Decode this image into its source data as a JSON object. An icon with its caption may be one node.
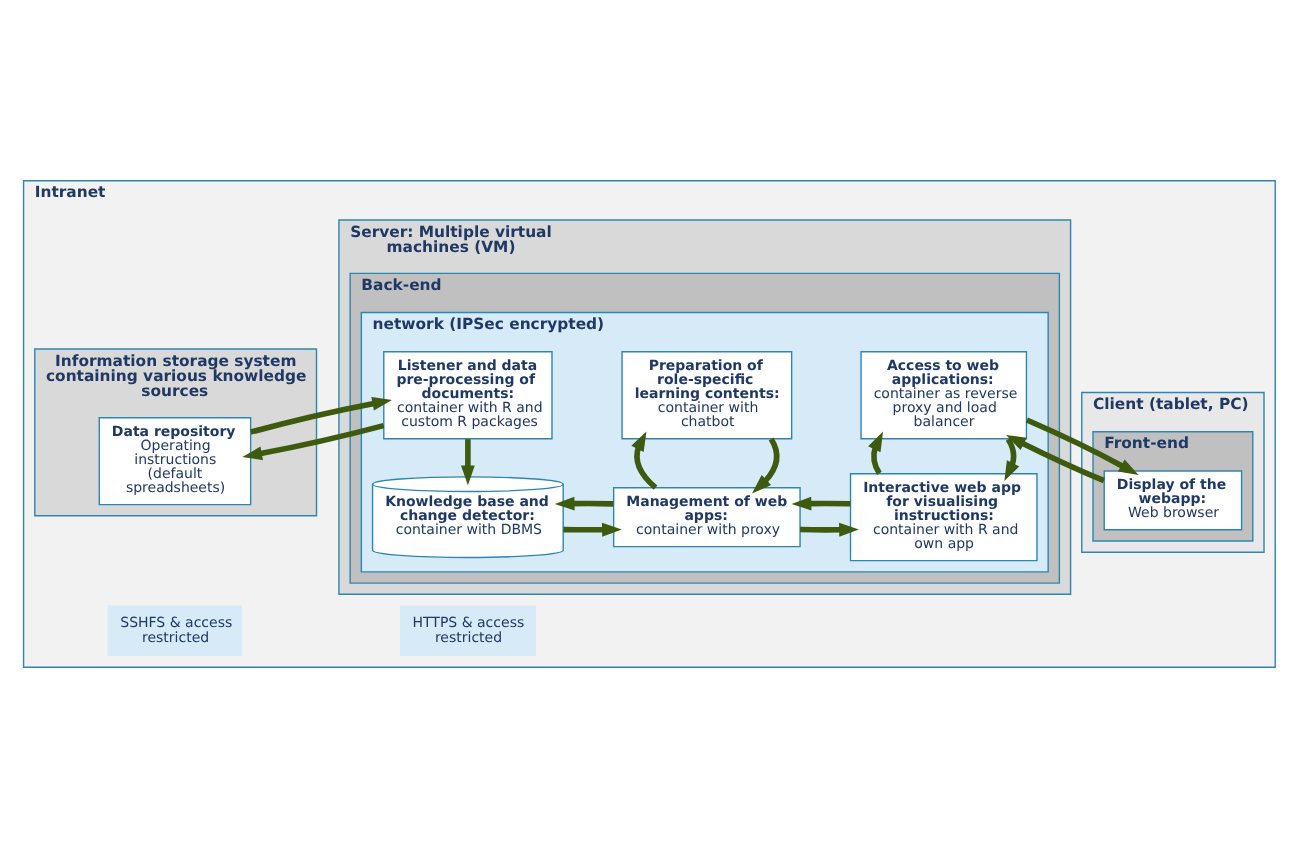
{
  "diagram": {
    "nodes": [
      {
        "text": [
          "Intranet"
        ]
      },
      {
        "text": [
          "Information storage system containing various knowledge sources"
        ],
        "in": 0
      },
      {
        "text": [
          "Data repository",
          "Operating instructions (default spreadsheets)"
        ],
        "in": 1
      },
      {
        "text": [
          "Server: Multiple virtual machines (VM)"
        ],
        "in": 0
      },
      {
        "text": [
          "Back-end"
        ],
        "in": 3
      },
      {
        "text": [
          "network (IPSec encrypted)"
        ],
        "in": 4
      },
      {
        "text": [
          "Listener and data pre-processing of documents:",
          "container with R and custom R packages"
        ],
        "in": 5
      },
      {
        "text": [
          "Preparation of role-specific learning contents:",
          "container with chatbot"
        ],
        "in": 5
      },
      {
        "text": [
          "Access to web applications:",
          "container as reverse proxy and load balancer"
        ],
        "in": 5
      },
      {
        "text": [
          "Knowledge base and change detector:",
          "container with DBMS"
        ],
        "in": 5
      },
      {
        "text": [
          "Management of web apps:",
          "container with proxy"
        ],
        "in": 5
      },
      {
        "text": [
          "Interactive web app for visualising instructions:",
          "container with R and own app"
        ],
        "in": 5
      },
      {
        "text": [
          "Client (tablet, PC)"
        ],
        "in": 0
      },
      {
        "text": [
          "Front-end"
        ],
        "in": 12
      },
      {
        "text": [
          "Display of the webapp:",
          "Web browser"
        ],
        "in": 13
      }
    ],
    "edges": [
      {
        "from": 6,
        "to": 2,
        "arrow": "to"
      },
      {
        "from": 2,
        "to": 6,
        "arrow": "to"
      },
      {
        "from": 6,
        "to": 9,
        "arrow": "to"
      },
      {
        "from": 7,
        "to": 10,
        "arrow": "to"
      },
      {
        "from": 10,
        "to": 7,
        "arrow": "to"
      },
      {
        "from": 8,
        "to": 11,
        "arrow": "to"
      },
      {
        "from": 11,
        "to": 8,
        "arrow": "to"
      },
      {
        "from": 10,
        "to": 9,
        "arrow": "to"
      },
      {
        "from": 9,
        "to": 10,
        "arrow": "to"
      },
      {
        "from": 11,
        "to": 10,
        "arrow": "to"
      },
      {
        "from": 10,
        "to": 11,
        "arrow": "to"
      },
      {
        "from": 8,
        "to": 14,
        "arrow": "to"
      },
      {
        "from": 14,
        "to": 8,
        "arrow": "to"
      }
    ],
    "labels": [
      "SSHFS & access restricted",
      "HTTPS & access restricted"
    ]
  }
}
